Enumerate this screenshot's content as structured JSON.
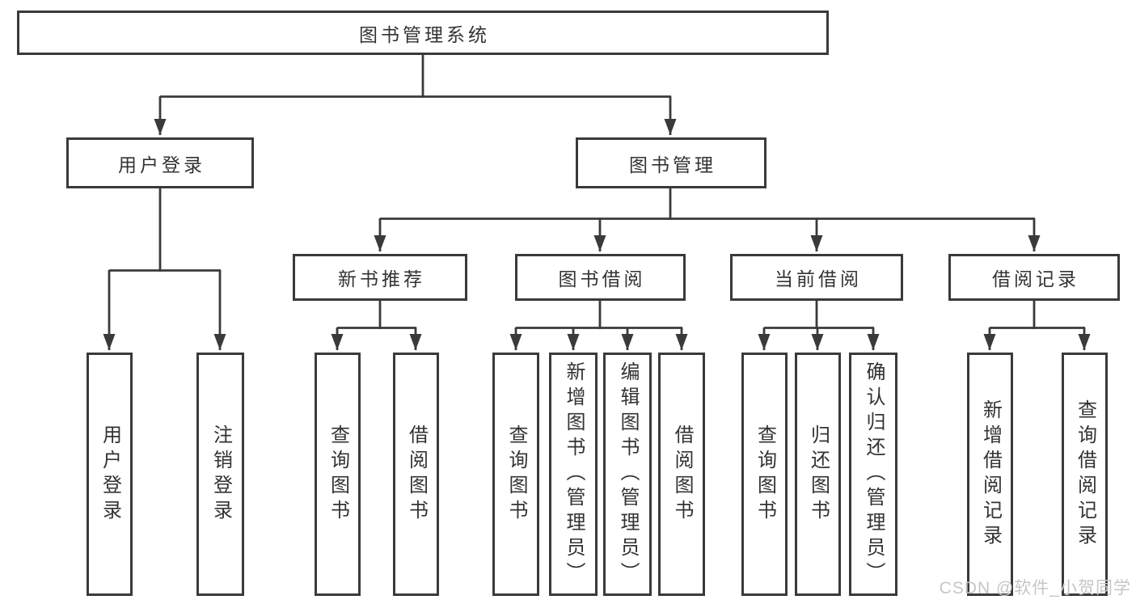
{
  "diagram": {
    "type": "tree",
    "title": "图书管理系统"
  },
  "nodes": {
    "root": "图书管理系统",
    "user_login": "用户登录",
    "book_mgmt": "图书管理",
    "new_book_rec": "新书推荐",
    "book_borrow": "图书借阅",
    "current_borrow": "当前借阅",
    "borrow_record": "借阅记录",
    "user_login_leaf": "用户登录",
    "logout_leaf": "注销登录",
    "rec_query": "查询图书",
    "rec_borrow": "借阅图书",
    "bor_query": "查询图书",
    "bor_add": "新增图书（管理员）",
    "bor_edit": "编辑图书（管理员）",
    "bor_borrow": "借阅图书",
    "cur_query": "查询图书",
    "cur_return": "归还图书",
    "cur_confirm": "确认归还（管理员）",
    "rcd_add": "新增借阅记录",
    "rcd_query": "查询借阅记录"
  },
  "hierarchy": {
    "图书管理系统": {
      "用户登录": [
        "用户登录",
        "注销登录"
      ],
      "图书管理": {
        "新书推荐": [
          "查询图书",
          "借阅图书"
        ],
        "图书借阅": [
          "查询图书",
          "新增图书（管理员）",
          "编辑图书（管理员）",
          "借阅图书"
        ],
        "当前借阅": [
          "查询图书",
          "归还图书",
          "确认归还（管理员）"
        ],
        "借阅记录": [
          "新增借阅记录",
          "查询借阅记录"
        ]
      }
    }
  },
  "watermark": {
    "text": "CSDN @软件_小贺同学"
  },
  "colors": {
    "line": "#3a3a3a",
    "text": "#333333",
    "background": "#ffffff",
    "watermark": "#c6c6c6"
  }
}
